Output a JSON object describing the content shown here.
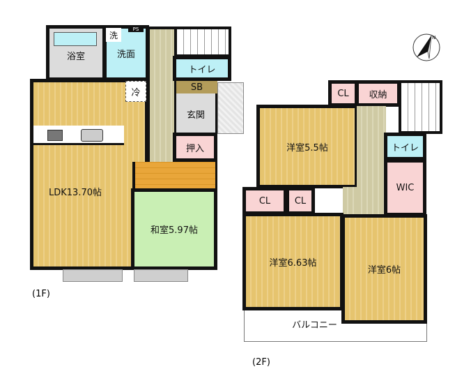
{
  "floor1": {
    "label": "(1F)",
    "rooms": {
      "bath": "浴室",
      "wash_machine": "洗",
      "washroom": "洗面",
      "ps": "PS",
      "toilet": "トイレ",
      "fridge": "冷",
      "sb": "SB",
      "entrance": "玄関",
      "closet": "押入",
      "ldk": "LDK13.70帖",
      "washitsu": "和室5.97帖"
    }
  },
  "floor2": {
    "label": "(2F)",
    "rooms": {
      "cl_top": "CL",
      "storage": "収納",
      "room1": "洋室5.5帖",
      "toilet": "トイレ",
      "wic": "WIC",
      "cl_left": "CL",
      "cl_mid": "CL",
      "room2": "洋室6.63帖",
      "room3": "洋室6帖",
      "balcony": "バルコニー"
    }
  },
  "compass": {
    "label": "N",
    "icon": "north-arrow-icon"
  },
  "colors": {
    "wood": "#e6c46e",
    "tatami": "#c9efb4",
    "closet": "#f9d4d4",
    "water": "#bdf0f6",
    "hall": "#cfcaa4"
  }
}
